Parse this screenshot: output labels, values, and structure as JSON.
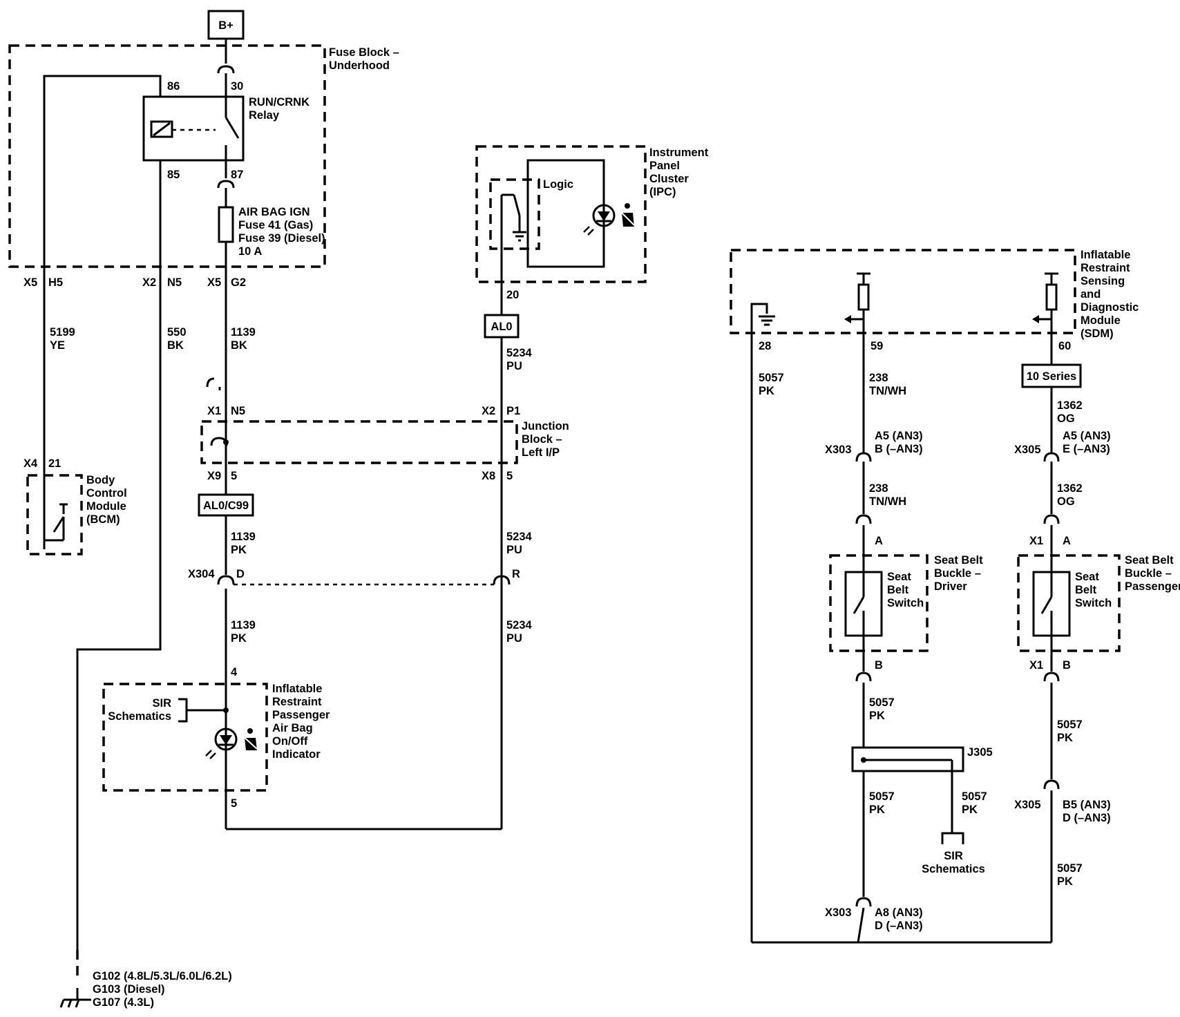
{
  "source": {
    "label": "B+"
  },
  "fuse_block": {
    "title_line1": "Fuse Block –",
    "title_line2": "Underhood",
    "relay_line1": "RUN/CRNK",
    "relay_line2": "Relay",
    "pin_86": "86",
    "pin_30": "30",
    "pin_85": "85",
    "pin_87": "87",
    "fuse_line1": "AIR BAG IGN",
    "fuse_line2": "Fuse 41 (Gas)",
    "fuse_line3": "Fuse 39 (Diesel)",
    "fuse_line4": "10 A",
    "conn_x5": "X5",
    "conn_h5": "H5",
    "conn_x2": "X2",
    "conn_n5": "N5",
    "conn_x5b": "X5",
    "conn_g2": "G2"
  },
  "wires": {
    "w5199": "5199",
    "w5199c": "YE",
    "w550": "550",
    "w550c": "BK",
    "w1139a": "1139",
    "w1139ac": "BK",
    "w1139b": "1139",
    "w1139bc": "PK",
    "w1139c": "1139",
    "w1139cc": "PK",
    "w5234a": "5234",
    "w5234ac": "PU",
    "w5234b": "5234",
    "w5234bc": "PU",
    "w5234c": "5234",
    "w5234cc": "PU",
    "w5057a": "5057",
    "w5057ac": "PK",
    "w238a": "238",
    "w238ac": "TN/WH",
    "w238b": "238",
    "w238bc": "TN/WH",
    "w1362a": "1362",
    "w1362ac": "OG",
    "w1362b": "1362",
    "w1362bc": "OG",
    "w5057b": "5057",
    "w5057bc": "PK",
    "w5057c": "5057",
    "w5057cc": "PK",
    "w5057d": "5057",
    "w5057dc": "PK",
    "w5057e": "5057",
    "w5057ec": "PK",
    "w5057f": "5057",
    "w5057fc": "PK"
  },
  "bcm": {
    "conn": "X4",
    "pin": "21",
    "line1": "Body",
    "line2": "Control",
    "line3": "Module",
    "line4": "(BCM)"
  },
  "ipc": {
    "logic": "Logic",
    "line1": "Instrument",
    "line2": "Panel",
    "line3": "Cluster",
    "line4": "(IPC)",
    "pin": "20",
    "option": "AL0"
  },
  "junction": {
    "x1": "X1",
    "n5": "N5",
    "x2": "X2",
    "p1": "P1",
    "x9": "X9",
    "p5a": "5",
    "x8": "X8",
    "p5b": "5",
    "line1": "Junction",
    "line2": "Block –",
    "line3": "Left I/P",
    "option": "AL0/C99"
  },
  "x304": {
    "conn": "X304",
    "d": "D",
    "r": "R"
  },
  "indicator": {
    "pin_top": "4",
    "pin_bottom": "5",
    "sir1": "SIR",
    "sir2": "Schematics",
    "line1": "Inflatable",
    "line2": "Restraint",
    "line3": "Passenger",
    "line4": "Air Bag",
    "line5": "On/Off",
    "line6": "Indicator"
  },
  "ground": {
    "line1": "G102 (4.8L/5.3L/6.0L/6.2L)",
    "line2": "G103 (Diesel)",
    "line3": "G107 (4.3L)"
  },
  "sdm": {
    "line1": "Inflatable",
    "line2": "Restraint",
    "line3": "Sensing",
    "line4": "and",
    "line5": "Diagnostic",
    "line6": "Module",
    "line7": "(SDM)",
    "pin28": "28",
    "pin59": "59",
    "pin60": "60",
    "series": "10 Series"
  },
  "driver": {
    "x303": "X303",
    "a5_1": "A5 (AN3)",
    "a5_2": "B (–AN3)",
    "pin_a": "A",
    "pin_b": "B",
    "sw1": "Seat",
    "sw2": "Belt",
    "sw3": "Switch",
    "title1": "Seat Belt",
    "title2": "Buckle –",
    "title3": "Driver",
    "splice": "J305",
    "sir1": "SIR",
    "sir2": "Schematics",
    "x303b": "X303",
    "a8_1": "A8 (AN3)",
    "a8_2": "D (–AN3)"
  },
  "passenger": {
    "x305": "X305",
    "a5_1": "A5 (AN3)",
    "a5_2": "E (–AN3)",
    "x1a": "X1",
    "pin_a": "A",
    "x1b": "X1",
    "pin_b": "B",
    "sw1": "Seat",
    "sw2": "Belt",
    "sw3": "Switch",
    "title1": "Seat Belt",
    "title2": "Buckle –",
    "title3": "Passenger",
    "x305b": "X305",
    "b5_1": "B5 (AN3)",
    "b5_2": "D (–AN3)"
  }
}
